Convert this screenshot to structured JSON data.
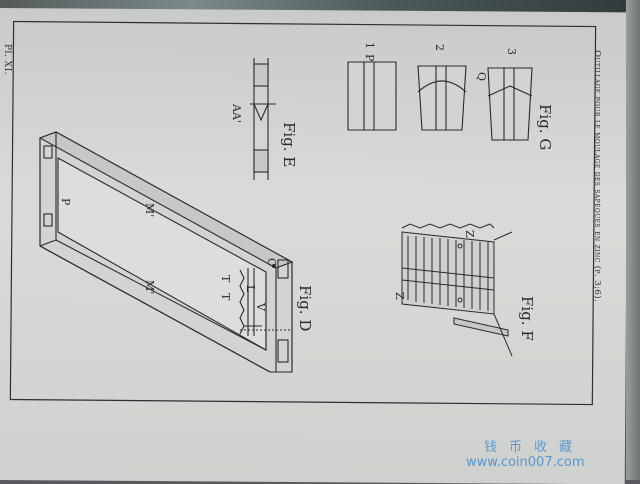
{
  "plate": {
    "number": "Pl. XI.",
    "caption": "Outillage pour le moulage des sapèques en zinc (p. 3;6)."
  },
  "figures": {
    "d": {
      "title": "Fig. D",
      "labels": [
        "P",
        "M'",
        "M'",
        "T",
        "T",
        "L",
        "V",
        "C"
      ]
    },
    "e": {
      "title": "Fig. E",
      "labels": [
        "AA'"
      ]
    },
    "f": {
      "title": "Fig. F",
      "labels": [
        "Z",
        "Z"
      ]
    },
    "g": {
      "title": "Fig. G",
      "labels": [
        "P",
        "1",
        "2",
        "Q",
        "3"
      ]
    }
  },
  "watermark": {
    "chinese": "钱币收藏",
    "url": "www.coin007.com"
  },
  "colors": {
    "paper": "#d5d7d4",
    "ink": "#2a2a2a",
    "watermark": "#4a8fd0",
    "background": "#5a5a5e"
  }
}
